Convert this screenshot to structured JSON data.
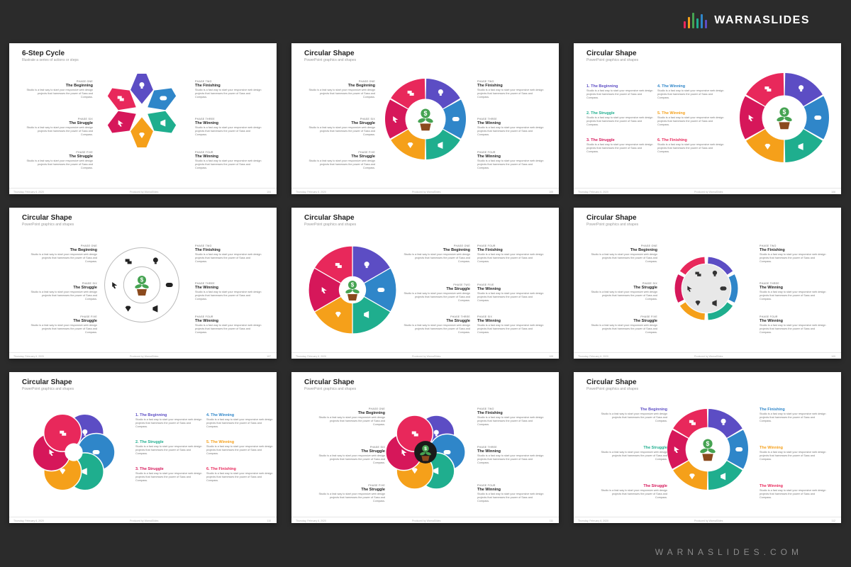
{
  "brand": {
    "name": "WARNASLIDES",
    "footer": "WARNASLIDES.COM"
  },
  "colors": {
    "purple": "#5c4dc4",
    "blue": "#2f86c9",
    "teal": "#1fae8e",
    "orange": "#f5a01a",
    "pink": "#e8285b",
    "crimson": "#d6175a",
    "green": "#46a352"
  },
  "icons": [
    "lightbulb-icon",
    "gamepad-icon",
    "megaphone-icon",
    "diamond-icon",
    "cursor-icon",
    "chat-icon",
    "money-plant-icon"
  ],
  "slides": [
    {
      "title": "6-Step Cycle",
      "subtitle": "Illustrate a series of actions or steps",
      "footer": {
        "date": "Thursday, February 6, 2020",
        "credit": "Produced by WarnaSlides",
        "page": "104"
      },
      "items": [
        {
          "phase": "PHASE ONE",
          "title": "The Beginning",
          "body": "Studio is a fast way to start your responsive web design projects that harnesses the power of Sass and Compass."
        },
        {
          "phase": "PHASE TWO",
          "title": "The Finishing",
          "body": "Studio is a fast way to start your responsive web design projects that harnesses the power of Sass and Compass."
        },
        {
          "phase": "PHASE SIX",
          "title": "The Struggle",
          "body": "Studio is a fast way to start your responsive web design projects that harnesses the power of Sass and Compass."
        },
        {
          "phase": "PHASE THREE",
          "title": "The Winning",
          "body": "Studio is a fast way to start your responsive web design projects that harnesses the power of Sass and Compass."
        },
        {
          "phase": "PHASE FIVE",
          "title": "The Struggle",
          "body": "Studio is a fast way to start your responsive web design projects that harnesses the power of Sass and Compass."
        },
        {
          "phase": "PHASE FOUR",
          "title": "The Winning",
          "body": "Studio is a fast way to start your responsive web design projects that harnesses the power of Sass and Compass."
        }
      ]
    },
    {
      "title": "Circular Shape",
      "subtitle": "PowerPoint graphics and shapes",
      "footer": {
        "date": "Thursday, February 6, 2020",
        "credit": "Produced by WarnaSlides",
        "page": "105"
      },
      "items": [
        {
          "phase": "PHASE ONE",
          "title": "The Beginning",
          "body": "Studio is a fast way to start your responsive web design projects that harnesses the power of Sass and Compass."
        },
        {
          "phase": "PHASE TWO",
          "title": "The Finishing",
          "body": "Studio is a fast way to start your responsive web design projects that harnesses the power of Sass and Compass."
        },
        {
          "phase": "PHASE SIX",
          "title": "The Struggle",
          "body": "Studio is a fast way to start your responsive web design projects that harnesses the power of Sass and Compass."
        },
        {
          "phase": "PHASE THREE",
          "title": "The Winning",
          "body": "Studio is a fast way to start your responsive web design projects that harnesses the power of Sass and Compass."
        },
        {
          "phase": "PHASE FIVE",
          "title": "The Struggle",
          "body": "Studio is a fast way to start your responsive web design projects that harnesses the power of Sass and Compass."
        },
        {
          "phase": "PHASE FOUR",
          "title": "The Winning",
          "body": "Studio is a fast way to start your responsive web design projects that harnesses the power of Sass and Compass."
        }
      ]
    },
    {
      "title": "Circular Shape",
      "subtitle": "PowerPoint graphics and shapes",
      "footer": {
        "date": "Thursday, February 6, 2020",
        "credit": "Produced by WarnaSlides",
        "page": "106"
      },
      "items": [
        {
          "title": "1. The Beginning",
          "body": "Studio is a fast way to start your responsive web design projects that harnesses the power of Sass and Compass."
        },
        {
          "title": "4. The Winning",
          "body": "Studio is a fast way to start your responsive web design projects that harnesses the power of Sass and Compass."
        },
        {
          "title": "2. The Struggle",
          "body": "Studio is a fast way to start your responsive web design projects that harnesses the power of Sass and Compass."
        },
        {
          "title": "5. The Winning",
          "body": "Studio is a fast way to start your responsive web design projects that harnesses the power of Sass and Compass."
        },
        {
          "title": "3. The Struggle",
          "body": "Studio is a fast way to start your responsive web design projects that harnesses the power of Sass and Compass."
        },
        {
          "title": "6. The Finishing",
          "body": "Studio is a fast way to start your responsive web design projects that harnesses the power of Sass and Compass."
        }
      ]
    },
    {
      "title": "Circular Shape",
      "subtitle": "PowerPoint graphics and shapes",
      "footer": {
        "date": "Thursday, February 6, 2020",
        "credit": "Produced by WarnaSlides",
        "page": "107"
      },
      "items": [
        {
          "phase": "PHASE ONE",
          "title": "The Beginning",
          "body": "Studio is a fast way to start your responsive web design projects that harnesses the power of Sass and Compass."
        },
        {
          "phase": "PHASE TWO",
          "title": "The Finishing",
          "body": "Studio is a fast way to start your responsive web design projects that harnesses the power of Sass and Compass."
        },
        {
          "phase": "PHASE SIX",
          "title": "The Struggle",
          "body": "Studio is a fast way to start your responsive web design projects that harnesses the power of Sass and Compass."
        },
        {
          "phase": "PHASE THREE",
          "title": "The Winning",
          "body": "Studio is a fast way to start your responsive web design projects that harnesses the power of Sass and Compass."
        },
        {
          "phase": "PHASE FIVE",
          "title": "The Struggle",
          "body": "Studio is a fast way to start your responsive web design projects that harnesses the power of Sass and Compass."
        },
        {
          "phase": "PHASE FOUR",
          "title": "The Winning",
          "body": "Studio is a fast way to start your responsive web design projects that harnesses the power of Sass and Compass."
        }
      ]
    },
    {
      "title": "Circular Shape",
      "subtitle": "PowerPoint graphics and shapes",
      "footer": {
        "date": "Thursday, February 6, 2020",
        "credit": "Produced by WarnaSlides",
        "page": "108"
      },
      "items": [
        {
          "phase": "PHASE ONE",
          "title": "The Beginning",
          "body": "Studio is a fast way to start your responsive web design projects that harnesses the power of Sass and Compass."
        },
        {
          "phase": "PHASE FOUR",
          "title": "The Finishing",
          "body": "Studio is a fast way to start your responsive web design projects that harnesses the power of Sass and Compass."
        },
        {
          "phase": "PHASE TWO",
          "title": "The Struggle",
          "body": "Studio is a fast way to start your responsive web design projects that harnesses the power of Sass and Compass."
        },
        {
          "phase": "PHASE FIVE",
          "title": "The Winning",
          "body": "Studio is a fast way to start your responsive web design projects that harnesses the power of Sass and Compass."
        },
        {
          "phase": "PHASE THREE",
          "title": "The Struggle",
          "body": "Studio is a fast way to start your responsive web design projects that harnesses the power of Sass and Compass."
        },
        {
          "phase": "PHASE SIX",
          "title": "The Winning",
          "body": "Studio is a fast way to start your responsive web design projects that harnesses the power of Sass and Compass."
        }
      ]
    },
    {
      "title": "Circular Shape",
      "subtitle": "PowerPoint graphics and shapes",
      "footer": {
        "date": "Thursday, February 6, 2020",
        "credit": "Produced by WarnaSlides",
        "page": "109"
      },
      "items": [
        {
          "phase": "PHASE ONE",
          "title": "The Beginning",
          "body": "Studio is a fast way to start your responsive web design projects that harnesses the power of Sass and Compass."
        },
        {
          "phase": "PHASE TWO",
          "title": "The Finishing",
          "body": "Studio is a fast way to start your responsive web design projects that harnesses the power of Sass and Compass."
        },
        {
          "phase": "PHASE SIX",
          "title": "The Struggle",
          "body": "Studio is a fast way to start your responsive web design projects that harnesses the power of Sass and Compass."
        },
        {
          "phase": "PHASE THREE",
          "title": "The Winning",
          "body": "Studio is a fast way to start your responsive web design projects that harnesses the power of Sass and Compass."
        },
        {
          "phase": "PHASE FIVE",
          "title": "The Struggle",
          "body": "Studio is a fast way to start your responsive web design projects that harnesses the power of Sass and Compass."
        },
        {
          "phase": "PHASE FOUR",
          "title": "The Winning",
          "body": "Studio is a fast way to start your responsive web design projects that harnesses the power of Sass and Compass."
        }
      ]
    },
    {
      "title": "Circular Shape",
      "subtitle": "PowerPoint graphics and shapes",
      "footer": {
        "date": "Thursday, February 6, 2020",
        "credit": "Produced by WarnaSlides",
        "page": "110"
      },
      "items": [
        {
          "title": "1. The Beginning",
          "body": "Studio is a fast way to start your responsive web design projects that harnesses the power of Sass and Compass."
        },
        {
          "title": "4. The Winning",
          "body": "Studio is a fast way to start your responsive web design projects that harnesses the power of Sass and Compass."
        },
        {
          "title": "2. The Struggle",
          "body": "Studio is a fast way to start your responsive web design projects that harnesses the power of Sass and Compass."
        },
        {
          "title": "5. The Winning",
          "body": "Studio is a fast way to start your responsive web design projects that harnesses the power of Sass and Compass."
        },
        {
          "title": "3. The Struggle",
          "body": "Studio is a fast way to start your responsive web design projects that harnesses the power of Sass and Compass."
        },
        {
          "title": "6. The Finishing",
          "body": "Studio is a fast way to start your responsive web design projects that harnesses the power of Sass and Compass."
        }
      ]
    },
    {
      "title": "Circular Shape",
      "subtitle": "PowerPoint graphics and shapes",
      "footer": {
        "date": "Thursday, February 6, 2020",
        "credit": "Produced by WarnaSlides",
        "page": "111"
      },
      "items": [
        {
          "phase": "PHASE ONE",
          "title": "The Beginning",
          "body": "Studio is a fast way to start your responsive web design projects that harnesses the power of Sass and Compass."
        },
        {
          "phase": "PHASE TWO",
          "title": "The Finishing",
          "body": "Studio is a fast way to start your responsive web design projects that harnesses the power of Sass and Compass."
        },
        {
          "phase": "PHASE SIX",
          "title": "The Struggle",
          "body": "Studio is a fast way to start your responsive web design projects that harnesses the power of Sass and Compass."
        },
        {
          "phase": "PHASE THREE",
          "title": "The Winning",
          "body": "Studio is a fast way to start your responsive web design projects that harnesses the power of Sass and Compass."
        },
        {
          "phase": "PHASE FIVE",
          "title": "The Struggle",
          "body": "Studio is a fast way to start your responsive web design projects that harnesses the power of Sass and Compass."
        },
        {
          "phase": "PHASE FOUR",
          "title": "The Winning",
          "body": "Studio is a fast way to start your responsive web design projects that harnesses the power of Sass and Compass."
        }
      ]
    },
    {
      "title": "Circular Shape",
      "subtitle": "PowerPoint graphics and shapes",
      "footer": {
        "date": "Thursday, February 6, 2020",
        "credit": "Produced by WarnaSlides",
        "page": "112"
      },
      "items": [
        {
          "title": "The Beginning",
          "body": "Studio is a fast way to start your responsive web design projects that harnesses the power of Sass and Compass."
        },
        {
          "title": "The Finishing",
          "body": "Studio is a fast way to start your responsive web design projects that harnesses the power of Sass and Compass."
        },
        {
          "title": "The Struggle",
          "body": "Studio is a fast way to start your responsive web design projects that harnesses the power of Sass and Compass."
        },
        {
          "title": "The Winning",
          "body": "Studio is a fast way to start your responsive web design projects that harnesses the power of Sass and Compass."
        },
        {
          "title": "The Struggle",
          "body": "Studio is a fast way to start your responsive web design projects that harnesses the power of Sass and Compass."
        },
        {
          "title": "The Winning",
          "body": "Studio is a fast way to start your responsive web design projects that harnesses the power of Sass and Compass."
        }
      ]
    }
  ]
}
